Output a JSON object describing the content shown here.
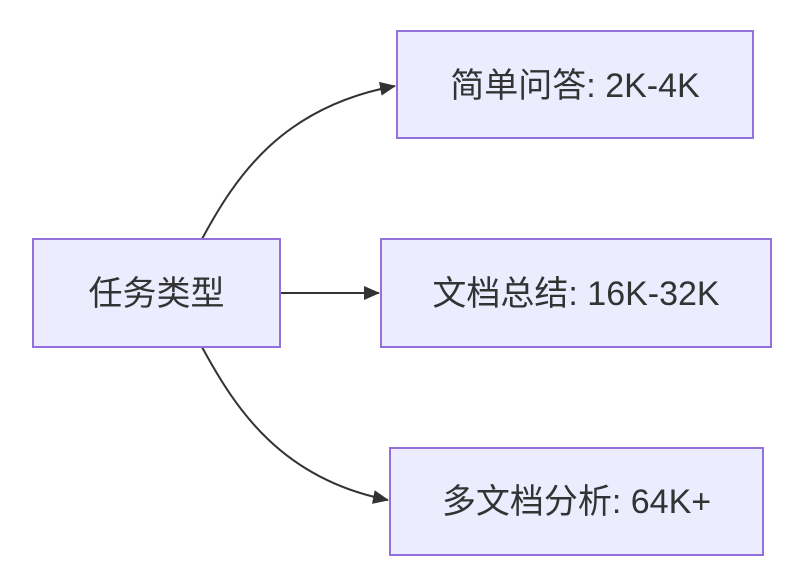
{
  "diagram": {
    "type": "flowchart",
    "direction": "left-to-right",
    "style": {
      "background": "#FFFFFF",
      "node_fill": "#ECECFF",
      "node_border": "#9370DB",
      "edge_color": "#333333",
      "text_color": "#333333"
    },
    "nodes": [
      {
        "id": "task-type",
        "label": "任务类型"
      },
      {
        "id": "simple-qa",
        "label": "简单问答: 2K-4K"
      },
      {
        "id": "doc-summary",
        "label": "文档总结: 16K-32K"
      },
      {
        "id": "multi-doc",
        "label": "多文档分析: 64K+"
      }
    ],
    "edges": [
      {
        "from": "task-type",
        "to": "simple-qa"
      },
      {
        "from": "task-type",
        "to": "doc-summary"
      },
      {
        "from": "task-type",
        "to": "multi-doc"
      }
    ]
  }
}
